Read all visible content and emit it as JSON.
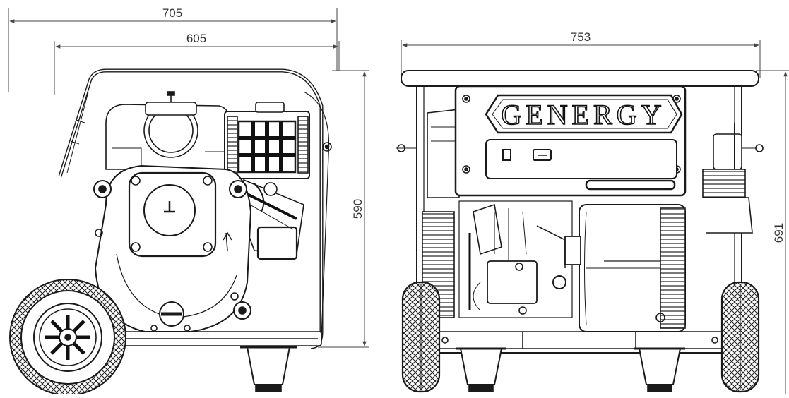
{
  "dimensions": {
    "overall_width_side": "705",
    "frame_width_side": "605",
    "height_side": "590",
    "width_front": "753",
    "height_front": "691"
  },
  "brand": {
    "logo_text": "GENERGY"
  },
  "colors": {
    "line": "#1a1a1a",
    "dim_line": "#444444",
    "background": "#ffffff"
  }
}
